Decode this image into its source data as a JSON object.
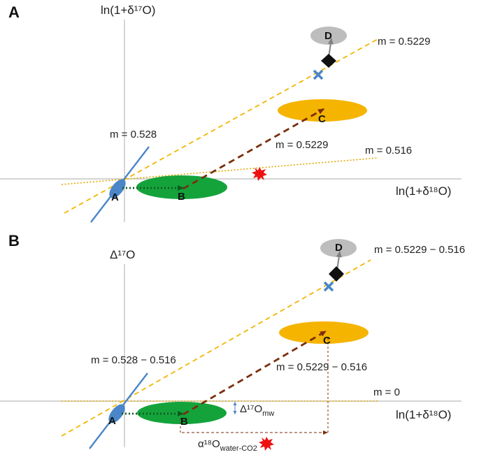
{
  "panel_a": {
    "letter": "A",
    "y_axis": "ln(1+δ¹⁷O)",
    "x_axis": "ln(1+δ¹⁸O)",
    "slopes": {
      "meteoric": "m = 0.528",
      "dashed_upper": "m = 0.5229",
      "dashed_bc": "m = 0.5229",
      "dotted": "m = 0.516"
    },
    "points": {
      "a": "A",
      "b": "B",
      "c": "C",
      "d": "D"
    }
  },
  "panel_b": {
    "letter": "B",
    "y_axis": "Δ¹⁷O",
    "x_axis": "ln(1+δ¹⁸O)",
    "slopes": {
      "meteoric": "m = 0.528 − 0.516",
      "dashed_upper": "m = 0.5229 − 0.516",
      "dashed_bc": "m = 0.5229 − 0.516",
      "dotted": "m = 0"
    },
    "points": {
      "a": "A",
      "b": "B",
      "c": "C",
      "d": "D"
    },
    "annotations": {
      "delta_mw": "Δ¹⁷O",
      "delta_mw_sub": "mw",
      "alpha": "α¹⁸O",
      "alpha_sub": "water-CO2"
    }
  },
  "colors": {
    "meteoric_line": "#4a86c8",
    "dashed_line": "#f2b600",
    "bc_arrow": "#7b2e0c",
    "dotted_line": "#e0a800",
    "ellipse_a": "#4a86c8",
    "ellipse_b": "#14a33b",
    "ellipse_c": "#f5b400",
    "ellipse_d": "#bdbdbd",
    "diamond": "#111111",
    "cross": "#4a86c8",
    "star": "#ee1111",
    "axis": "#bbbbbb"
  }
}
